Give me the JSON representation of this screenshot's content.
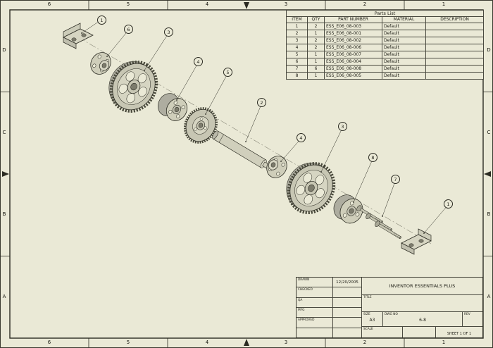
{
  "sheet": {
    "zones": {
      "columns": [
        "6",
        "5",
        "4",
        "3",
        "2",
        "1"
      ],
      "rows": [
        "D",
        "C",
        "B",
        "A"
      ]
    }
  },
  "parts_list": {
    "title": "Parts List",
    "columns": [
      "ITEM",
      "QTY",
      "PART NUMBER",
      "MATERIAL",
      "DESCRIPTION"
    ],
    "rows": [
      {
        "item": "1",
        "qty": "2",
        "part_number": "ESS_E06_08-003",
        "material": "Default",
        "description": ""
      },
      {
        "item": "2",
        "qty": "1",
        "part_number": "ESS_E06_08-001",
        "material": "Default",
        "description": ""
      },
      {
        "item": "3",
        "qty": "2",
        "part_number": "ESS_E06_08-002",
        "material": "Default",
        "description": ""
      },
      {
        "item": "4",
        "qty": "2",
        "part_number": "ESS_E06_08-006",
        "material": "Default",
        "description": ""
      },
      {
        "item": "5",
        "qty": "1",
        "part_number": "ESS_E06_08-007",
        "material": "Default",
        "description": ""
      },
      {
        "item": "6",
        "qty": "1",
        "part_number": "ESS_E06_08-004",
        "material": "Default",
        "description": ""
      },
      {
        "item": "7",
        "qty": "6",
        "part_number": "ESS_E06_08-008",
        "material": "Default",
        "description": ""
      },
      {
        "item": "8",
        "qty": "1",
        "part_number": "ESS_E06_08-005",
        "material": "Default",
        "description": ""
      }
    ]
  },
  "title_block": {
    "drawn_label": "DRAWN",
    "checked_label": "CHECKED",
    "qa_label": "QA",
    "mfg_label": "MFG",
    "approved_label": "APPROVED",
    "drawn_date": "12/20/2005",
    "company": "INVENTOR ESSENTIALS PLUS",
    "title_label": "TITLE",
    "size_label": "SIZE",
    "size": "A3",
    "dwg_no_label": "DWG NO",
    "dwg_no": "6-8",
    "rev_label": "REV",
    "scale_label": "SCALE",
    "sheet_text": "SHEET 1  OF 1"
  },
  "drawing": {
    "balloons": [
      "1",
      "6",
      "3",
      "4",
      "5",
      "2",
      "4",
      "3",
      "8",
      "7",
      "1"
    ]
  }
}
